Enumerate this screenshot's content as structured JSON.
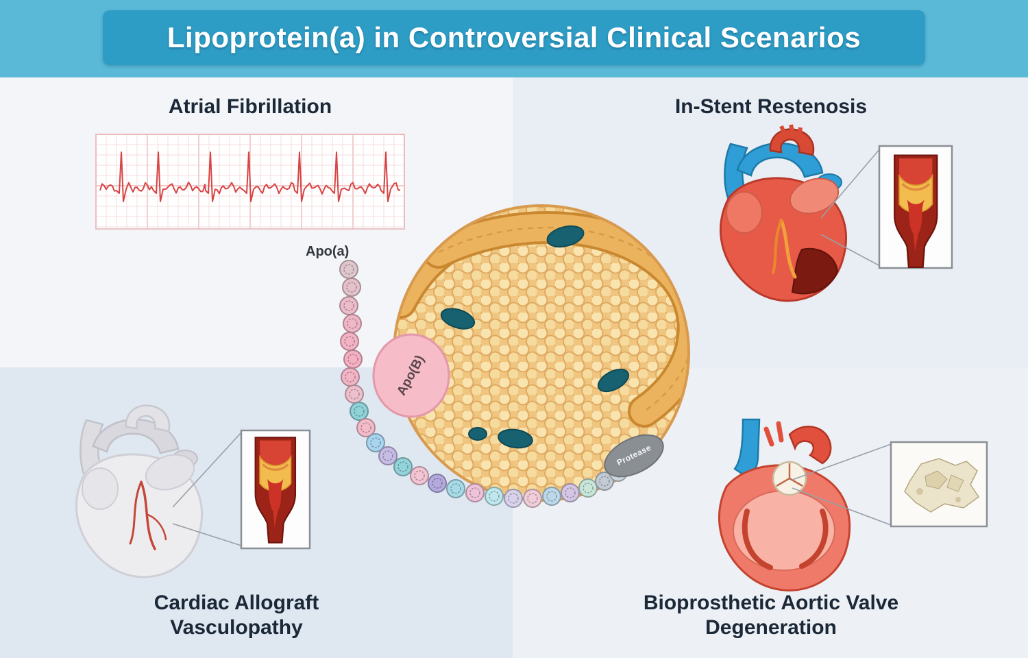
{
  "banner": {
    "title": "Lipoprotein(a) in Controversial Clinical Scenarios"
  },
  "sections": {
    "atrial_fibrillation": {
      "label": "Atrial Fibrillation"
    },
    "in_stent_restenosis": {
      "label": "In-Stent Restenosis"
    },
    "cardiac_allograft_vasculopathy": {
      "label": "Cardiac Allograft Vasculopathy"
    },
    "bioprosthetic_aortic_valve_degeneration": {
      "label": "Bioprosthetic Aortic Valve Degeneration"
    }
  },
  "particle": {
    "apo_a_label": "Apo(a)",
    "apo_b_label": "Apo(B)",
    "protease_label": "Protease",
    "kringle_colors": [
      "#e0c7cd",
      "#e5c2cb",
      "#ecbcca",
      "#f0b7c7",
      "#f3b3c5",
      "#f5b0c3",
      "#f2b5c6",
      "#eec0ce",
      "#8fd2d8",
      "#f4bccb",
      "#a9d4ef",
      "#c7bce6",
      "#93d4db",
      "#f3c4d3",
      "#b4aade",
      "#a7dbe8",
      "#efc3da",
      "#bfe7ee",
      "#d9d2ec",
      "#f0cdd8",
      "#bcd9ea",
      "#d5c6e4",
      "#c8e6da",
      "#c3ccd6",
      "#ccd4dc"
    ]
  },
  "colors": {
    "banner_strip": "#5ab9d7",
    "banner_panel": "#2d9dc5",
    "title_text": "#ffffff",
    "heading_text": "#1b2838",
    "ecg_trace": "#d84343",
    "ecg_grid": "#f3d2d2",
    "ecg_grid_major": "#edbaba",
    "particle_membrane": "#f5d493",
    "apob_band": "#ecb35f",
    "cholesterol_blob": "#176170",
    "apob_blob": "#f6bcc8",
    "protease_blob": "#8a8f94",
    "heart_red": "#e85a48",
    "vessel_blue": "#2f9ed6",
    "allograft_gray": "#ededf0",
    "plaque_yellow": "#f2bd4e"
  }
}
